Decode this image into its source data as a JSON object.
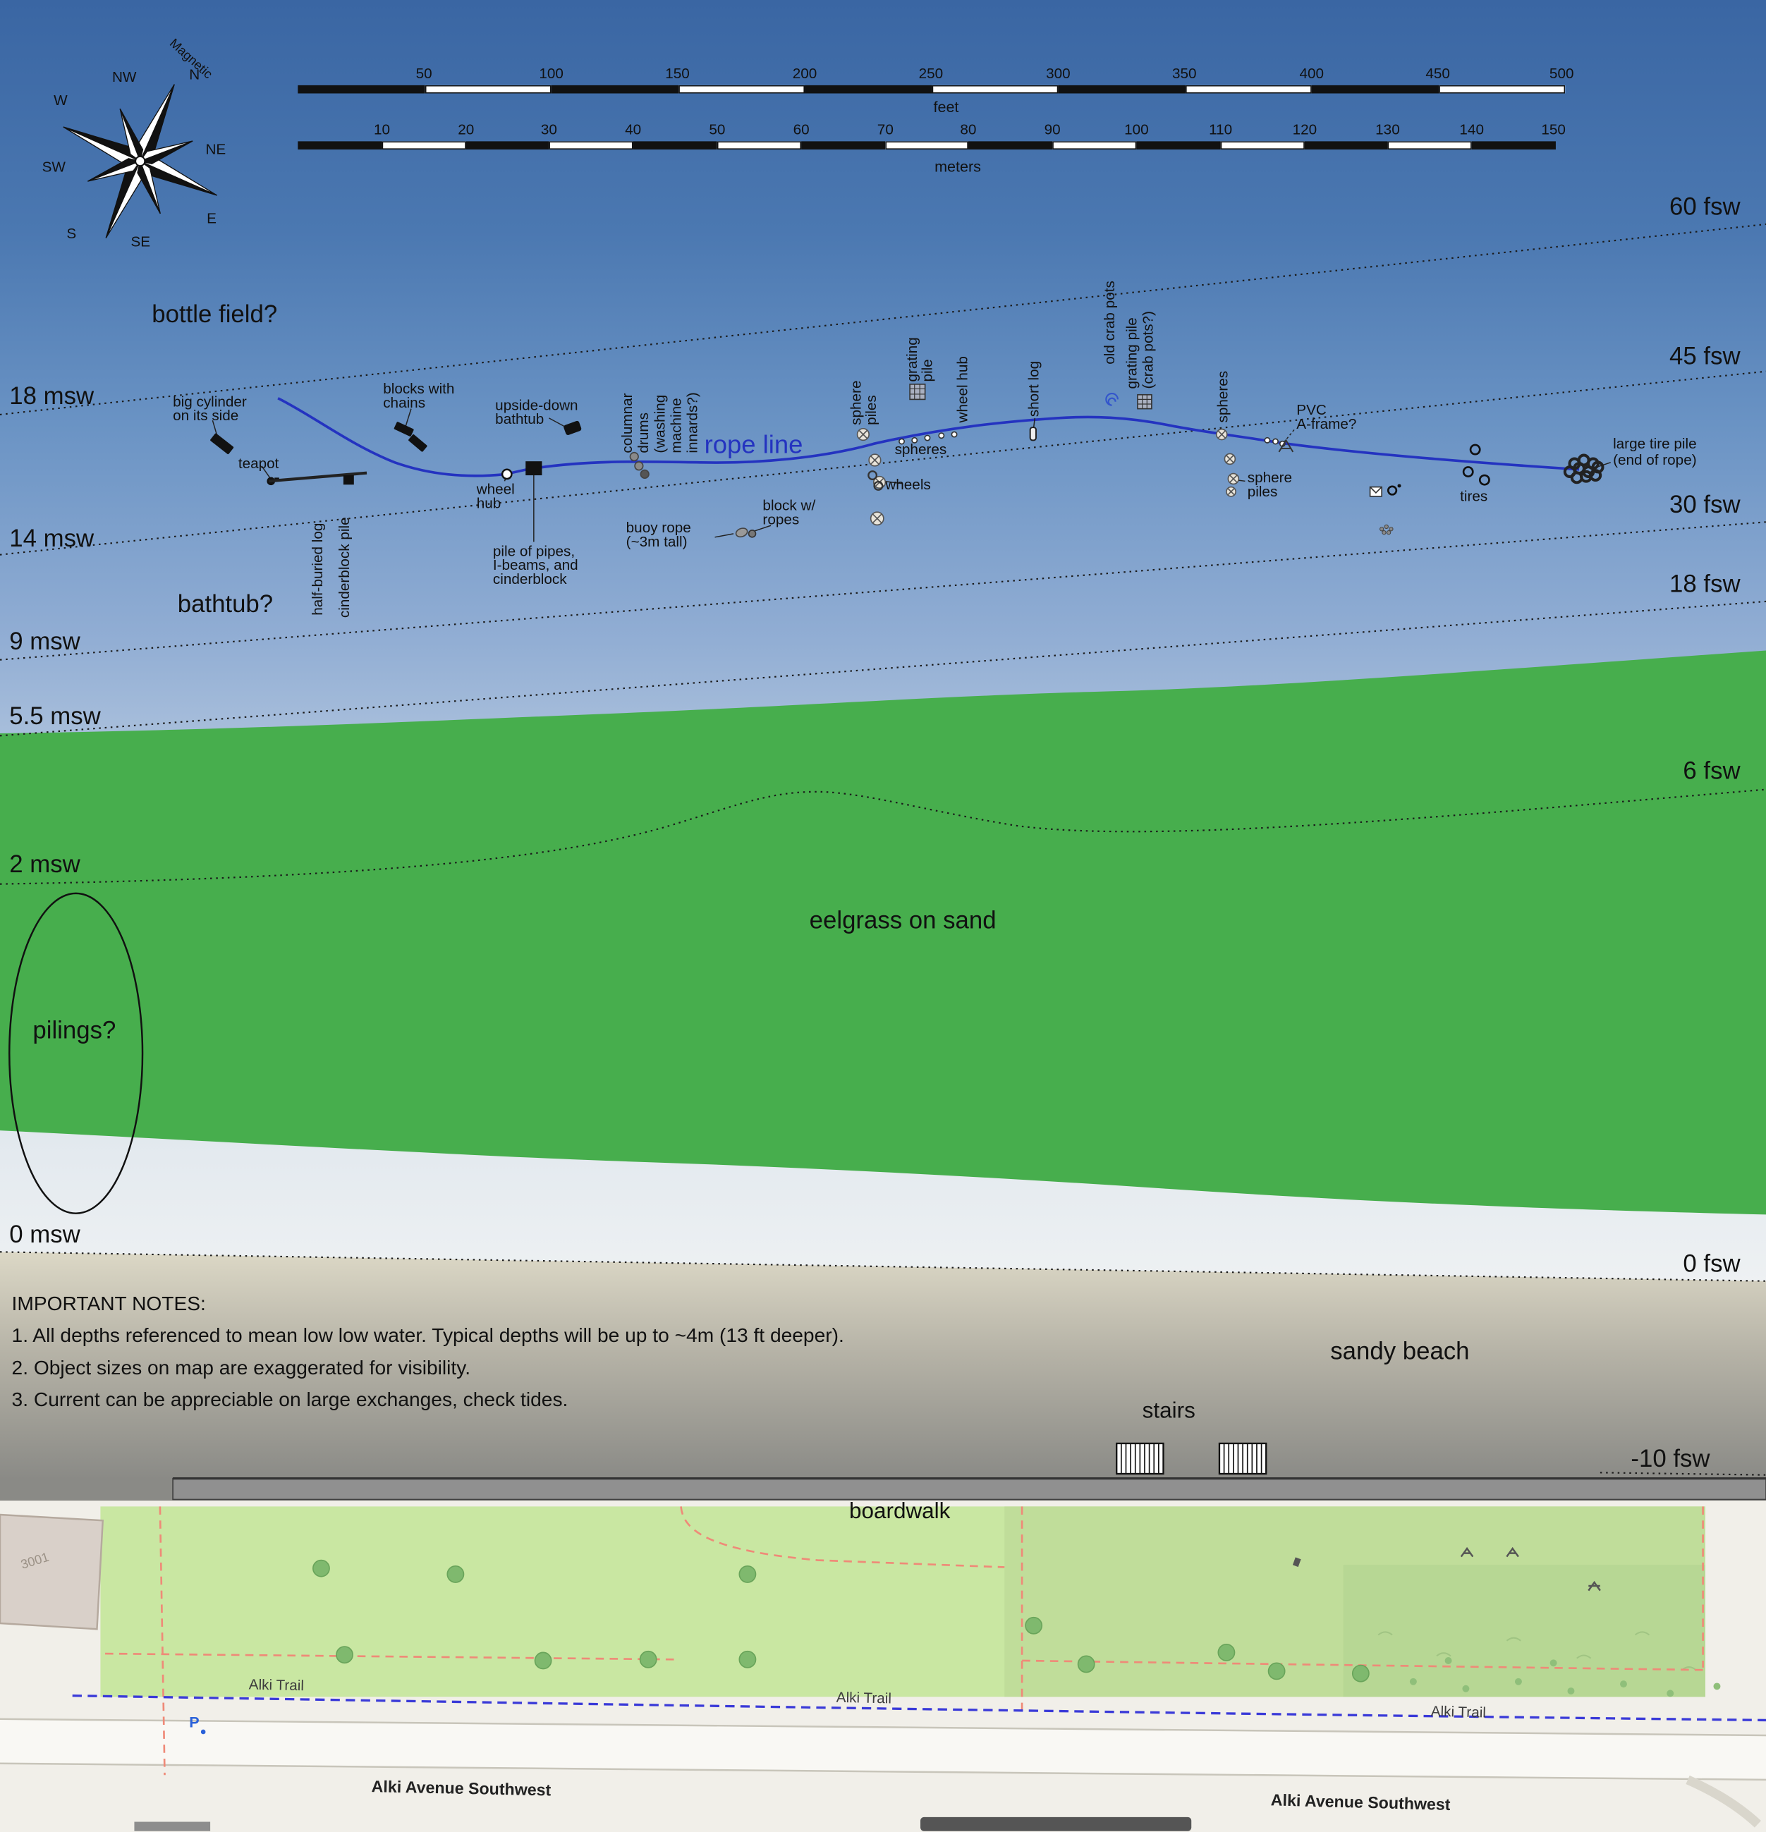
{
  "compass": {
    "magnetic": "Magnetic",
    "n": "N",
    "ne": "NE",
    "e": "E",
    "se": "SE",
    "s": "S",
    "sw": "SW",
    "w": "W",
    "nw": "NW"
  },
  "scale_feet": {
    "label": "feet",
    "ticks": [
      "50",
      "100",
      "150",
      "200",
      "250",
      "300",
      "350",
      "400",
      "450",
      "500"
    ]
  },
  "scale_meters": {
    "label": "meters",
    "ticks": [
      "10",
      "20",
      "30",
      "40",
      "50",
      "60",
      "70",
      "80",
      "90",
      "100",
      "110",
      "120",
      "130",
      "140",
      "150"
    ]
  },
  "depths": {
    "left": [
      "18 msw",
      "14 msw",
      "9 msw",
      "5.5 msw",
      "2 msw",
      "0 msw"
    ],
    "right": [
      "60 fsw",
      "45 fsw",
      "30 fsw",
      "18 fsw",
      "6 fsw",
      "0 fsw",
      "-10 fsw"
    ]
  },
  "areas": {
    "bottle_field": "bottle field?",
    "bathtub": "bathtub?",
    "pilings": "pilings?",
    "eelgrass": "eelgrass on sand",
    "rope_line": "rope line",
    "sandy_beach": "sandy beach",
    "stairs": "stairs",
    "boardwalk": "boardwalk"
  },
  "objects": {
    "big_cylinder": {
      "l1": "big cylinder",
      "l2": "on its side"
    },
    "teapot": "teapot",
    "blocks_with_chains": {
      "l1": "blocks with",
      "l2": "chains"
    },
    "half_buried_log": "half-buried log",
    "cinderblock_pile": "cinderblock pile",
    "upside_down_bathtub": {
      "l1": "upside-down",
      "l2": "bathtub"
    },
    "wheel_hub1": {
      "l1": "wheel",
      "l2": "hub"
    },
    "pile_of_pipes": {
      "l1": "pile of pipes,",
      "l2": "I-beams, and",
      "l3": "cinderblock"
    },
    "columnar_drums": {
      "c1": "columnar",
      "c2": "drums",
      "c3": "(washing",
      "c4": "machine",
      "c5": "innards?)"
    },
    "buoy_rope": {
      "l1": "buoy rope",
      "l2": "(~3m tall)"
    },
    "block_w_ropes": {
      "l1": "block w/",
      "l2": "ropes"
    },
    "sphere_piles1": {
      "c1": "sphere",
      "c2": "piles"
    },
    "spheres1": "spheres",
    "grating_pile1": {
      "c1": "grating",
      "c2": "pile"
    },
    "wheel_hub2": "wheel hub",
    "wheels": "wheels",
    "short_log": "short log",
    "old_crab_pots": "old crab pots",
    "grating_pile2": {
      "c1": "grating pile",
      "c2": "(crab pots?)"
    },
    "spheres2": "spheres",
    "sphere_piles2": {
      "l1": "sphere",
      "l2": "piles"
    },
    "pvc_aframe": {
      "l1": "PVC",
      "l2": "A-frame?"
    },
    "tires": "tires",
    "large_tire_pile": {
      "l1": "large tire pile",
      "l2": "(end of rope)"
    }
  },
  "notes": {
    "heading": "IMPORTANT NOTES:",
    "n1": "1. All depths referenced to mean low low water. Typical depths will be up to ~4m  (13 ft deeper).",
    "n2": "2. Object sizes on map are exaggerated for visibility.",
    "n3": "3. Current can be appreciable on large exchanges, check tides."
  },
  "street": {
    "trail": "Alki Trail",
    "avenue": "Alki Avenue Southwest",
    "building": "3001",
    "parking": "P"
  },
  "colors": {
    "water_deep": "#3a66a3",
    "water_shallow": "#eef1f3",
    "eelgrass": "#47ae4d",
    "rope": "#2433c0",
    "sand_light": "#dcd8c6",
    "sand_dark": "#8a8a86",
    "park": "#c9e7a2",
    "trail_blue": "#3a3ad8",
    "path_red": "#ef8a78",
    "boardwalk": "#909090"
  }
}
